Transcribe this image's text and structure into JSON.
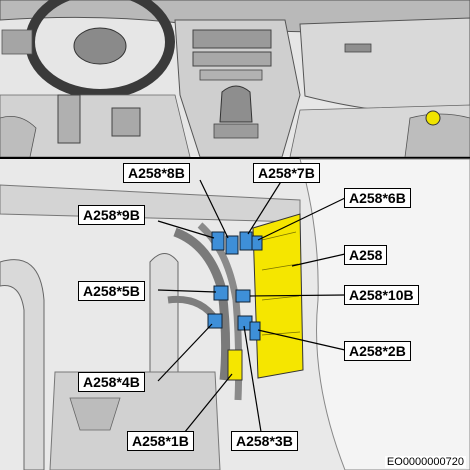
{
  "labels": {
    "a258_8b": "A258*8B",
    "a258_7b": "A258*7B",
    "a258_6b": "A258*6B",
    "a258_9b": "A258*9B",
    "a258": "A258",
    "a258_5b": "A258*5B",
    "a258_10b": "A258*10B",
    "a258_2b": "A258*2B",
    "a258_4b": "A258*4B",
    "a258_1b": "A258*1B",
    "a258_3b": "A258*3B"
  },
  "document_id": "EO0000000720",
  "colors": {
    "module": "#f5e600",
    "connector": "#3e8fd8",
    "locator_dot": "#f0e400",
    "line": "#000000",
    "background": "#ffffff"
  }
}
